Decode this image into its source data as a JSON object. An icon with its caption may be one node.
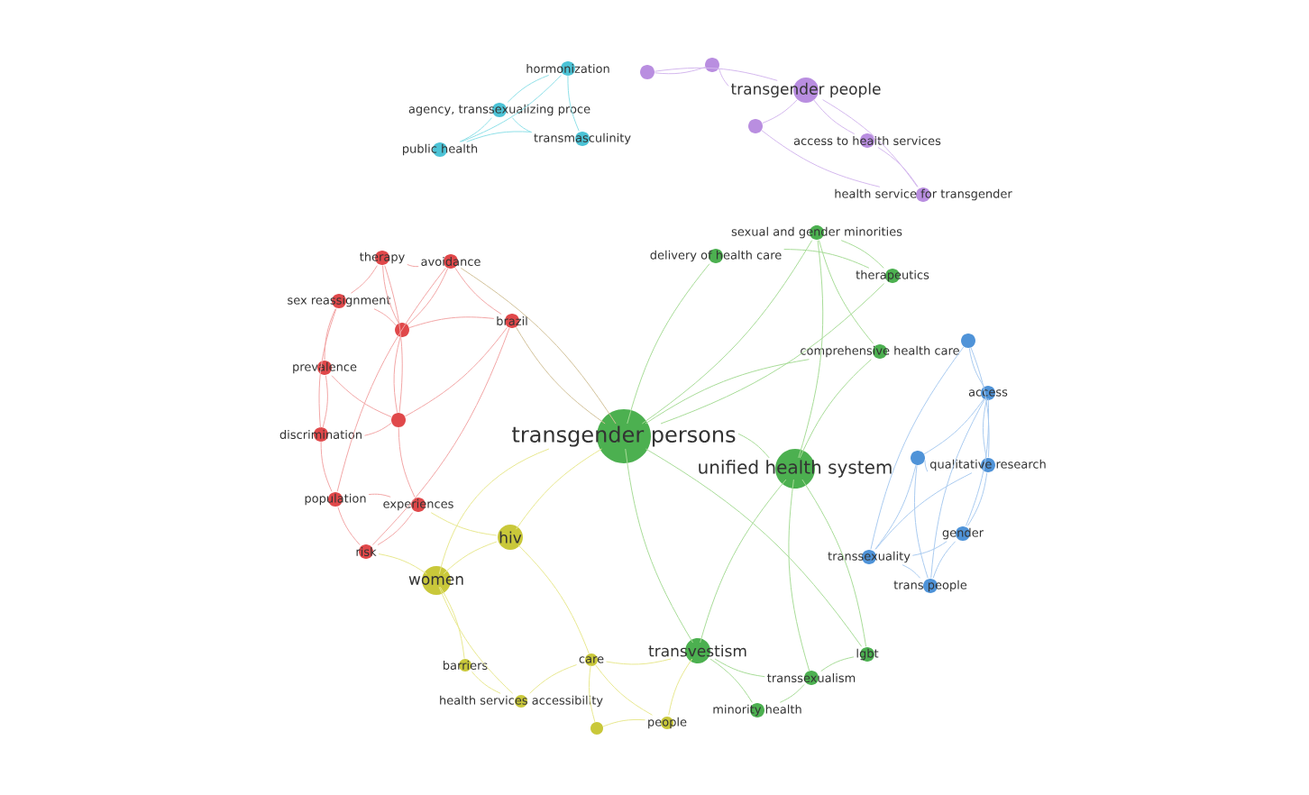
{
  "diagram": {
    "nodes": [
      {
        "text": [
          "hormonization"
        ]
      },
      {
        "text": [
          "agency, transsexualizing proce"
        ]
      },
      {
        "text": [
          "public health"
        ]
      },
      {
        "text": [
          "transmasculinity"
        ]
      },
      {
        "text": [],
        "shape": "circle"
      },
      {
        "text": [],
        "shape": "circle"
      },
      {
        "text": [
          "transgender people"
        ]
      },
      {
        "text": [],
        "shape": "circle"
      },
      {
        "text": [
          "access to health services"
        ]
      },
      {
        "text": [
          "health service for transgender"
        ]
      },
      {
        "text": [
          "therapy"
        ]
      },
      {
        "text": [
          "avoidance"
        ]
      },
      {
        "text": [
          "sex reassignment"
        ]
      },
      {
        "text": [],
        "shape": "circle"
      },
      {
        "text": [
          "brazil"
        ]
      },
      {
        "text": [
          "prevalence"
        ]
      },
      {
        "text": [],
        "shape": "circle"
      },
      {
        "text": [
          "discrimination"
        ]
      },
      {
        "text": [
          "population"
        ]
      },
      {
        "text": [
          "experiences"
        ]
      },
      {
        "text": [
          "risk"
        ]
      },
      {
        "text": [
          "transgender persons"
        ]
      },
      {
        "text": [
          "sexual and gender minorities"
        ]
      },
      {
        "text": [
          "delivery of health care"
        ]
      },
      {
        "text": [
          "therapeutics"
        ]
      },
      {
        "text": [
          "comprehensive health care"
        ]
      },
      {
        "text": [
          "unified health system"
        ]
      },
      {
        "text": [
          "hiv"
        ]
      },
      {
        "text": [
          "women"
        ]
      },
      {
        "text": [
          "barriers"
        ]
      },
      {
        "text": [
          "health services accessibility"
        ]
      },
      {
        "text": [
          "care"
        ]
      },
      {
        "text": [],
        "shape": "circle"
      },
      {
        "text": [
          "people"
        ]
      },
      {
        "text": [
          "transvestism"
        ]
      },
      {
        "text": [
          "lgbt"
        ]
      },
      {
        "text": [
          "transsexualism"
        ]
      },
      {
        "text": [
          "minority health"
        ]
      },
      {
        "text": [],
        "shape": "circle"
      },
      {
        "text": [
          "access"
        ]
      },
      {
        "text": [],
        "shape": "circle"
      },
      {
        "text": [
          "qualitative research"
        ]
      },
      {
        "text": [
          "gender"
        ]
      },
      {
        "text": [
          "transsexuality"
        ]
      },
      {
        "text": [
          "trans people"
        ]
      }
    ],
    "edges": [
      {
        "from": 0,
        "to": 1,
        "arrow": "none",
        "color": "#8fe0e8"
      },
      {
        "from": 0,
        "to": 2,
        "arrow": "none",
        "color": "#8fe0e8"
      },
      {
        "from": 0,
        "to": 3,
        "arrow": "none",
        "color": "#8fe0e8"
      },
      {
        "from": 1,
        "to": 2,
        "arrow": "none",
        "color": "#8fe0e8"
      },
      {
        "from": 1,
        "to": 3,
        "arrow": "none",
        "color": "#8fe0e8"
      },
      {
        "from": 2,
        "to": 3,
        "arrow": "none",
        "color": "#8fe0e8"
      },
      {
        "from": 4,
        "to": 5,
        "arrow": "none",
        "color": "#d4b8ee"
      },
      {
        "from": 4,
        "to": 6,
        "arrow": "none",
        "color": "#d4b8ee"
      },
      {
        "from": 5,
        "to": 6,
        "arrow": "none",
        "color": "#d4b8ee"
      },
      {
        "from": 6,
        "to": 7,
        "arrow": "none",
        "color": "#d4b8ee"
      },
      {
        "from": 6,
        "to": 8,
        "arrow": "none",
        "color": "#d4b8ee"
      },
      {
        "from": 6,
        "to": 9,
        "arrow": "none",
        "color": "#d4b8ee"
      },
      {
        "from": 7,
        "to": 9,
        "arrow": "none",
        "color": "#d4b8ee"
      },
      {
        "from": 8,
        "to": 9,
        "arrow": "none",
        "color": "#d4b8ee"
      },
      {
        "from": 10,
        "to": 11,
        "arrow": "none",
        "color": "#f2a6a6"
      },
      {
        "from": 10,
        "to": 12,
        "arrow": "none",
        "color": "#f2a6a6"
      },
      {
        "from": 10,
        "to": 13,
        "arrow": "none",
        "color": "#f2a6a6"
      },
      {
        "from": 11,
        "to": 13,
        "arrow": "none",
        "color": "#f2a6a6"
      },
      {
        "from": 11,
        "to": 14,
        "arrow": "none",
        "color": "#f2a6a6"
      },
      {
        "from": 12,
        "to": 13,
        "arrow": "none",
        "color": "#f2a6a6"
      },
      {
        "from": 12,
        "to": 15,
        "arrow": "none",
        "color": "#f2a6a6"
      },
      {
        "from": 13,
        "to": 14,
        "arrow": "none",
        "color": "#f2a6a6"
      },
      {
        "from": 13,
        "to": 16,
        "arrow": "none",
        "color": "#f2a6a6"
      },
      {
        "from": 15,
        "to": 17,
        "arrow": "none",
        "color": "#f2a6a6"
      },
      {
        "from": 15,
        "to": 16,
        "arrow": "none",
        "color": "#f2a6a6"
      },
      {
        "from": 16,
        "to": 17,
        "arrow": "none",
        "color": "#f2a6a6"
      },
      {
        "from": 17,
        "to": 18,
        "arrow": "none",
        "color": "#f2a6a6"
      },
      {
        "from": 18,
        "to": 19,
        "arrow": "none",
        "color": "#f2a6a6"
      },
      {
        "from": 18,
        "to": 20,
        "arrow": "none",
        "color": "#f2a6a6"
      },
      {
        "from": 19,
        "to": 20,
        "arrow": "none",
        "color": "#f2a6a6"
      },
      {
        "from": 16,
        "to": 19,
        "arrow": "none",
        "color": "#f2a6a6"
      },
      {
        "from": 14,
        "to": 16,
        "arrow": "none",
        "color": "#f2a6a6"
      },
      {
        "from": 12,
        "to": 17,
        "arrow": "none",
        "color": "#f2a6a6"
      },
      {
        "from": 10,
        "to": 16,
        "arrow": "none",
        "color": "#f2a6a6"
      },
      {
        "from": 11,
        "to": 18,
        "arrow": "none",
        "color": "#f2a6a6"
      },
      {
        "from": 14,
        "to": 20,
        "arrow": "none",
        "color": "#f2a6a6"
      },
      {
        "from": 14,
        "to": 21,
        "arrow": "none",
        "color": "#d2c29a"
      },
      {
        "from": 11,
        "to": 21,
        "arrow": "none",
        "color": "#d2c29a"
      },
      {
        "from": 27,
        "to": 28,
        "arrow": "none",
        "color": "#e8e890"
      },
      {
        "from": 27,
        "to": 21,
        "arrow": "none",
        "color": "#e8e890"
      },
      {
        "from": 28,
        "to": 21,
        "arrow": "none",
        "color": "#e8e890"
      },
      {
        "from": 28,
        "to": 29,
        "arrow": "none",
        "color": "#e8e890"
      },
      {
        "from": 29,
        "to": 30,
        "arrow": "none",
        "color": "#e8e890"
      },
      {
        "from": 30,
        "to": 31,
        "arrow": "none",
        "color": "#e8e890"
      },
      {
        "from": 31,
        "to": 32,
        "arrow": "none",
        "color": "#e8e890"
      },
      {
        "from": 32,
        "to": 33,
        "arrow": "none",
        "color": "#e8e890"
      },
      {
        "from": 31,
        "to": 33,
        "arrow": "none",
        "color": "#e8e890"
      },
      {
        "from": 27,
        "to": 31,
        "arrow": "none",
        "color": "#e8e890"
      },
      {
        "from": 28,
        "to": 30,
        "arrow": "none",
        "color": "#e8e890"
      },
      {
        "from": 20,
        "to": 28,
        "arrow": "none",
        "color": "#e8e890"
      },
      {
        "from": 19,
        "to": 27,
        "arrow": "none",
        "color": "#e8e890"
      },
      {
        "from": 33,
        "to": 34,
        "arrow": "none",
        "color": "#e8e890"
      },
      {
        "from": 31,
        "to": 34,
        "arrow": "none",
        "color": "#e8e890"
      },
      {
        "from": 21,
        "to": 26,
        "arrow": "none"
      },
      {
        "from": 21,
        "to": 22,
        "arrow": "none"
      },
      {
        "from": 21,
        "to": 23,
        "arrow": "none"
      },
      {
        "from": 21,
        "to": 24,
        "arrow": "none"
      },
      {
        "from": 21,
        "to": 25,
        "arrow": "none"
      },
      {
        "from": 21,
        "to": 34,
        "arrow": "none"
      },
      {
        "from": 21,
        "to": 35,
        "arrow": "none"
      },
      {
        "from": 26,
        "to": 22,
        "arrow": "none"
      },
      {
        "from": 26,
        "to": 25,
        "arrow": "none"
      },
      {
        "from": 26,
        "to": 34,
        "arrow": "none"
      },
      {
        "from": 26,
        "to": 35,
        "arrow": "none"
      },
      {
        "from": 26,
        "to": 36,
        "arrow": "none"
      },
      {
        "from": 22,
        "to": 24,
        "arrow": "none"
      },
      {
        "from": 22,
        "to": 25,
        "arrow": "none"
      },
      {
        "from": 23,
        "to": 24,
        "arrow": "none"
      },
      {
        "from": 34,
        "to": 36,
        "arrow": "none"
      },
      {
        "from": 34,
        "to": 37,
        "arrow": "none"
      },
      {
        "from": 35,
        "to": 36,
        "arrow": "none"
      },
      {
        "from": 36,
        "to": 37,
        "arrow": "none"
      },
      {
        "from": 38,
        "to": 39,
        "arrow": "none",
        "color": "#aacbf0"
      },
      {
        "from": 38,
        "to": 41,
        "arrow": "none",
        "color": "#aacbf0"
      },
      {
        "from": 38,
        "to": 43,
        "arrow": "none",
        "color": "#aacbf0"
      },
      {
        "from": 39,
        "to": 40,
        "arrow": "none",
        "color": "#aacbf0"
      },
      {
        "from": 39,
        "to": 41,
        "arrow": "none",
        "color": "#aacbf0"
      },
      {
        "from": 39,
        "to": 42,
        "arrow": "none",
        "color": "#aacbf0"
      },
      {
        "from": 40,
        "to": 41,
        "arrow": "none",
        "color": "#aacbf0"
      },
      {
        "from": 40,
        "to": 43,
        "arrow": "none",
        "color": "#aacbf0"
      },
      {
        "from": 40,
        "to": 44,
        "arrow": "none",
        "color": "#aacbf0"
      },
      {
        "from": 41,
        "to": 42,
        "arrow": "none",
        "color": "#aacbf0"
      },
      {
        "from": 41,
        "to": 43,
        "arrow": "none",
        "color": "#aacbf0"
      },
      {
        "from": 42,
        "to": 43,
        "arrow": "none",
        "color": "#aacbf0"
      },
      {
        "from": 42,
        "to": 44,
        "arrow": "none",
        "color": "#aacbf0"
      },
      {
        "from": 43,
        "to": 44,
        "arrow": "none",
        "color": "#aacbf0"
      },
      {
        "from": 39,
        "to": 44,
        "arrow": "none",
        "color": "#aacbf0"
      }
    ]
  }
}
